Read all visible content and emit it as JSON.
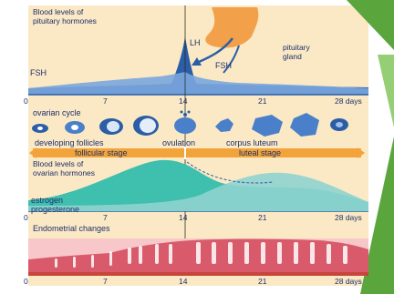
{
  "panels": {
    "pituitary": {
      "title": "Blood levels of\npituitary hormones",
      "lh_label": "LH",
      "fsh_label": "FSH",
      "fsh_arrow_label": "FSH",
      "gland_label": "pituitary\ngland"
    },
    "ovarian_cycle": {
      "title": "ovarian cycle",
      "stage_labels": [
        "developing follicles",
        "ovulation",
        "corpus luteum"
      ],
      "follicular_label": "follicular stage",
      "luteal_label": "luteal stage"
    },
    "ovarian_hormones": {
      "title": "Blood levels of\novarian hormones",
      "estrogen_label": "estrogen",
      "progesterone_label": "progesterone"
    },
    "endometrium": {
      "title": "Endometrial changes"
    }
  },
  "axis_ticks": [
    "0",
    "7",
    "14",
    "21",
    "28 days"
  ],
  "colors": {
    "background": "#fbe9c5",
    "fsh_fill": "#4a7fc9",
    "lh_fill": "#2b5ea7",
    "estrogen": "#3fbfae",
    "progesterone": "#8fd3cf",
    "stage_bar": "#f2a43a",
    "endometrium": "#d95b6b",
    "accent_green": "#5aa63c"
  }
}
